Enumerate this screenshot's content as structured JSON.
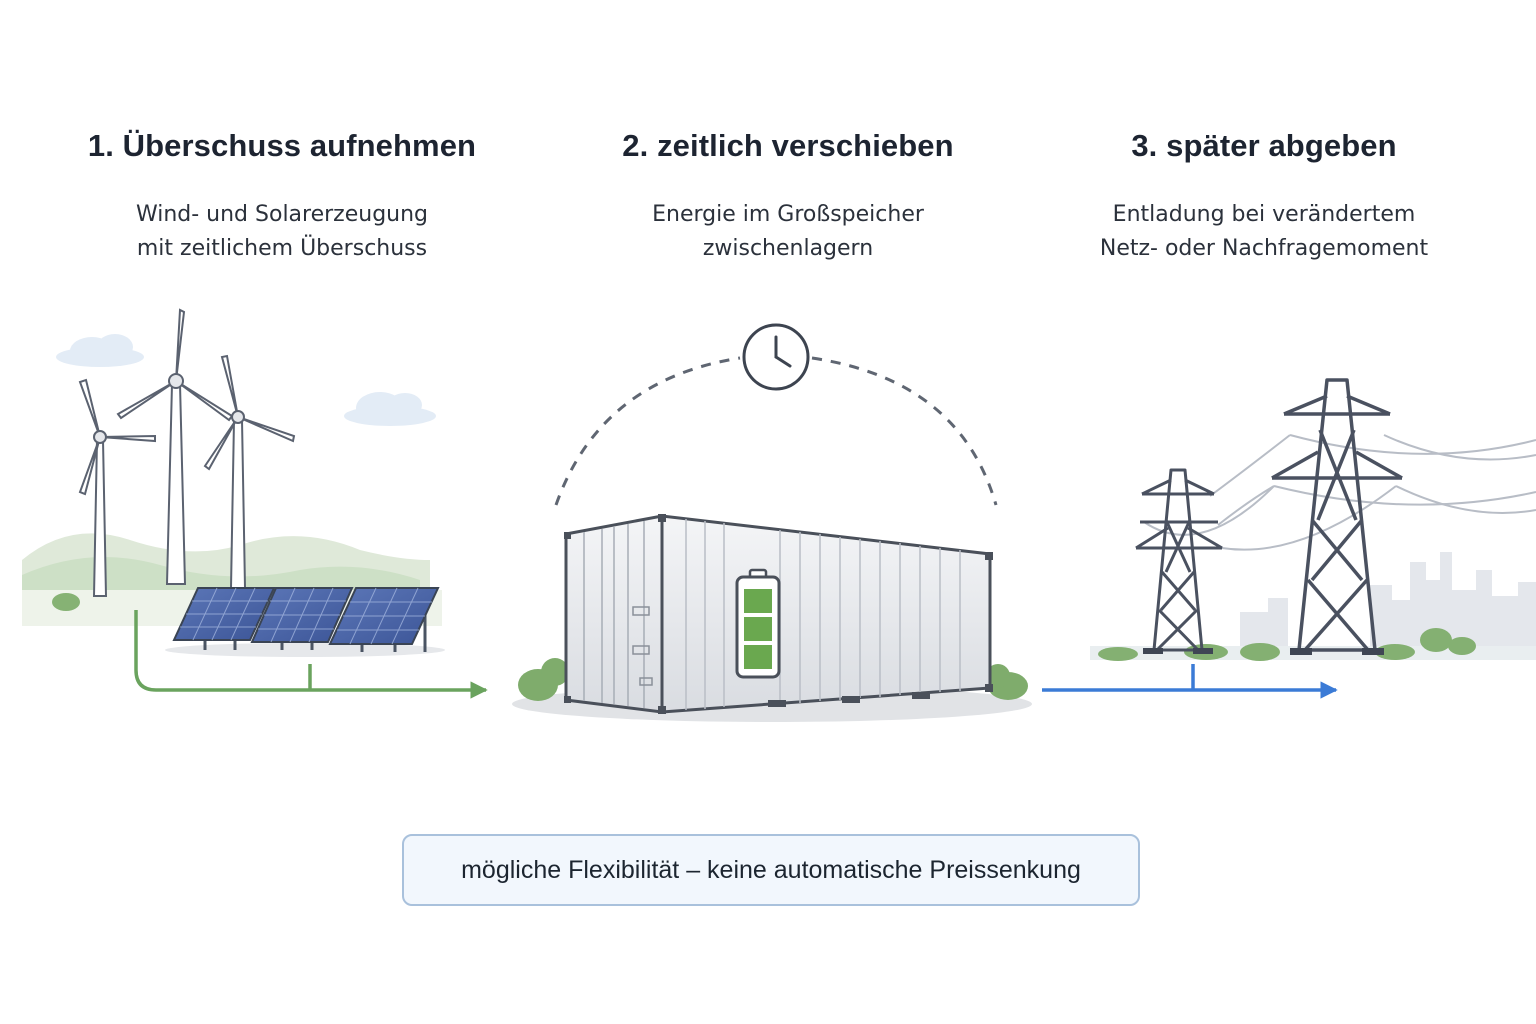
{
  "steps": [
    {
      "title": "1. Überschuss aufnehmen",
      "description": "Wind- und Solarerzeugung\nmit zeitlichem Überschuss"
    },
    {
      "title": "2. zeitlich verschieben",
      "description": "Energie im Großspeicher\nzwischenlagern"
    },
    {
      "title": "3. später abgeben",
      "description": "Entladung bei verändertem\nNetz- oder Nachfragemoment"
    }
  ],
  "note": "mögliche Flexibilität – keine automatische Preissenkung",
  "colors": {
    "charge_arrow": "#6aa35e",
    "discharge_arrow": "#3b7bd6",
    "battery_fill": "#6aa84f",
    "note_border": "#a9c1dc"
  },
  "icons": [
    "wind-turbine-icon",
    "solar-panel-icon",
    "battery-container-icon",
    "clock-icon",
    "power-pylon-icon"
  ]
}
